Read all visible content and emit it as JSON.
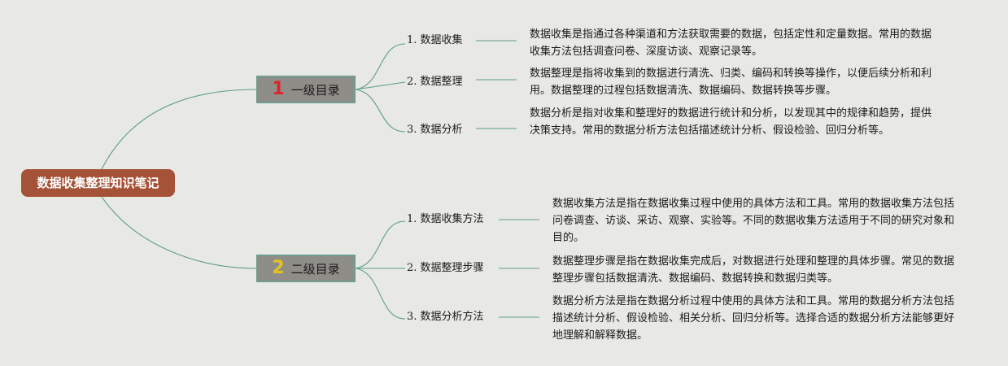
{
  "root": {
    "title": "数据收集整理知识笔记"
  },
  "sections": [
    {
      "number": "1",
      "title": "一级目录",
      "items": [
        {
          "label": "1. 数据收集",
          "desc": "数据收集是指通过各种渠道和方法获取需要的数据，包括定性和定量数据。常用的数据收集方法包括调查问卷、深度访谈、观察记录等。"
        },
        {
          "label": "2. 数据整理",
          "desc": "数据整理是指将收集到的数据进行清洗、归类、编码和转换等操作，以便后续分析和利用。数据整理的过程包括数据清洗、数据编码、数据转换等步骤。"
        },
        {
          "label": "3. 数据分析",
          "desc": "数据分析是指对收集和整理好的数据进行统计和分析，以发现其中的规律和趋势，提供决策支持。常用的数据分析方法包括描述统计分析、假设检验、回归分析等。"
        }
      ]
    },
    {
      "number": "2",
      "title": "二级目录",
      "items": [
        {
          "label": "1. 数据收集方法",
          "desc": "数据收集方法是指在数据收集过程中使用的具体方法和工具。常用的数据收集方法包括问卷调查、访谈、采访、观察、实验等。不同的数据收集方法适用于不同的研究对象和目的。"
        },
        {
          "label": "2. 数据整理步骤",
          "desc": "数据整理步骤是指在数据收集完成后，对数据进行处理和整理的具体步骤。常见的数据整理步骤包括数据清洗、数据编码、数据转换和数据归类等。"
        },
        {
          "label": "3. 数据分析方法",
          "desc": "数据分析方法是指在数据分析过程中使用的具体方法和工具。常用的数据分析方法包括描述统计分析、假设检验、相关分析、回归分析等。选择合适的数据分析方法能够更好地理解和解释数据。"
        }
      ]
    }
  ],
  "colors": {
    "background": "#e8e9e4",
    "root": "#a55338",
    "branch": "#8f8d88",
    "link": "#5c9c86",
    "num1": "#d9262b",
    "num2": "#e6c31c"
  }
}
